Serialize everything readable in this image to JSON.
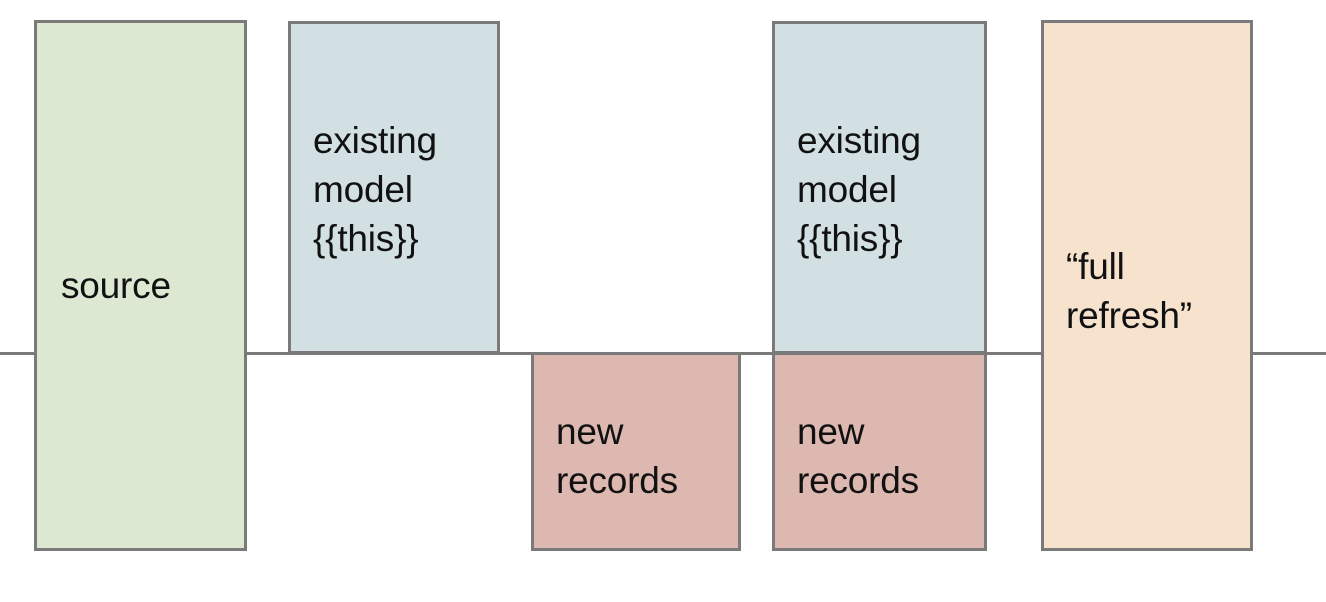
{
  "diagram": {
    "title": "dbt incremental model full refresh diagram",
    "baseline": {
      "name": "horizontal-divider-line",
      "color": "#7a7a7a"
    },
    "palette": {
      "green_fill": "#dce8d1",
      "blue_fill": "#d2dfe3",
      "pink_fill": "#ddb8b0",
      "orange_fill": "#f7e3cd",
      "stroke": "#7a7a7a",
      "text": "#111111",
      "background": "#ffffff"
    },
    "blocks": [
      {
        "id": "source",
        "label": "source",
        "fill": "#dce8d1"
      },
      {
        "id": "existing_model_1",
        "label": "existing\nmodel\n{{this}}",
        "fill": "#d2dfe3"
      },
      {
        "id": "new_records_1",
        "label": "new\nrecords",
        "fill": "#ddb8b0"
      },
      {
        "id": "existing_model_2",
        "label": "existing\nmodel\n{{this}}",
        "fill": "#d2dfe3"
      },
      {
        "id": "new_records_2",
        "label": "new\nrecords",
        "fill": "#ddb8b0"
      },
      {
        "id": "full_refresh",
        "label": "“full\nrefresh”",
        "fill": "#f7e3cd"
      }
    ]
  }
}
